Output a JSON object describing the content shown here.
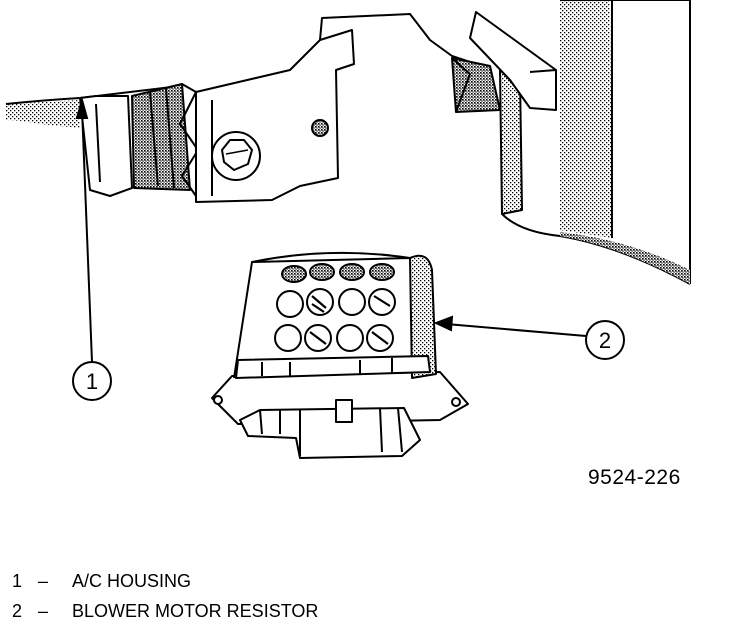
{
  "figure": {
    "id": "9524-226"
  },
  "callouts": [
    {
      "number": "1",
      "label": "A/C HOUSING"
    },
    {
      "number": "2",
      "label": "BLOWER MOTOR RESISTOR"
    }
  ],
  "legend": {
    "separator": "–"
  },
  "colors": {
    "line": "#000000",
    "background": "#ffffff",
    "stipple": "#000000"
  }
}
